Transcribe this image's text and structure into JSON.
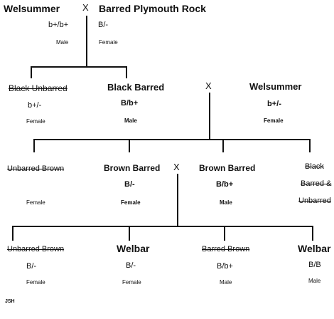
{
  "generation_1": {
    "parent_a": {
      "name": "Welsummer",
      "genotype": "b+/b+",
      "sex": "Male"
    },
    "cross": "X",
    "parent_b": {
      "name": "Barred Plymouth Rock",
      "genotype": "B/-",
      "sex": "Female"
    }
  },
  "generation_2": {
    "offspring": [
      {
        "name": "Black Unbarred",
        "genotype": "b+/-",
        "sex": "Female",
        "struck": true
      },
      {
        "name": "Black Barred",
        "genotype": "B/b+",
        "sex": "Male",
        "struck": false
      }
    ],
    "cross": "X",
    "mate": {
      "name": "Welsummer",
      "genotype": "b+/-",
      "sex": "Female"
    }
  },
  "generation_3": {
    "offspring": [
      {
        "name": "Unbarred Brown",
        "genotype": "",
        "sex": "Female",
        "struck": true
      },
      {
        "name": "Brown Barred",
        "genotype": "B/-",
        "sex": "Female",
        "struck": false
      },
      {
        "name": "Brown Barred",
        "genotype": "B/b+",
        "sex": "Male",
        "struck": false
      },
      {
        "name_lines": [
          "Black",
          "Barred &",
          "Unbarred"
        ],
        "struck": true
      }
    ],
    "cross": "X"
  },
  "generation_4": {
    "offspring": [
      {
        "name": "Unbarred Brown",
        "genotype": "B/-",
        "sex": "Female",
        "struck": true
      },
      {
        "name": "Welbar",
        "genotype": "B/-",
        "sex": "Female",
        "struck": false
      },
      {
        "name": "Barred Brown",
        "genotype": "B/b+",
        "sex": "Male",
        "struck": true
      },
      {
        "name": "Welbar",
        "genotype": "B/B",
        "sex": "Male",
        "struck": false
      }
    ]
  },
  "signature": "JSH"
}
